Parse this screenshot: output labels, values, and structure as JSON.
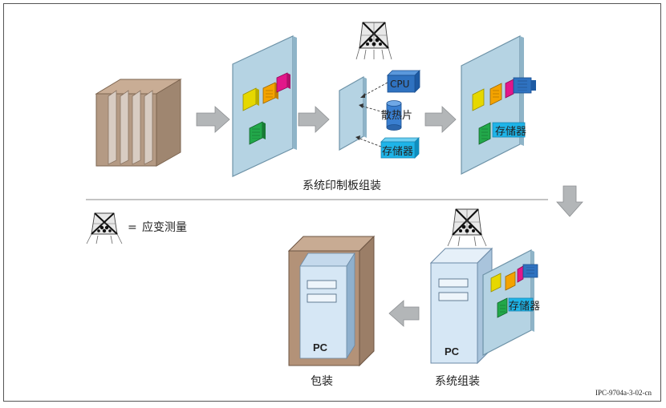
{
  "labels": {
    "cpu": "CPU",
    "heatsink": "散热片",
    "storage": "存储器",
    "storage_board": "存储器",
    "storage_system": "存储器",
    "pcb_assembly": "系统印制板组装",
    "legend_eq": "=",
    "legend_text": "应变测量",
    "pc_package": "PC",
    "pc_system": "PC",
    "packaging": "包装",
    "system_assembly": "系统组装",
    "figure_id": "IPC-9704a-3-02-cn"
  },
  "icons": {
    "strain_gauge": "strain-gauge-icon",
    "arrow": "process-arrow-icon"
  },
  "colors": {
    "board": "#b5d3e3",
    "board_edge": "#6e93a8",
    "arrow": "#b3b6b8",
    "cpu": "#2f72c0",
    "heatsink": "#3a7fd0",
    "storage": "#1eb4e8",
    "chip_yellow": "#e6d800",
    "chip_orange": "#f4a300",
    "chip_magenta": "#e2168a",
    "chip_green": "#22a84a",
    "raw_box": "#b49a84",
    "tower": "#d6e7f5",
    "package": "#b39278"
  }
}
